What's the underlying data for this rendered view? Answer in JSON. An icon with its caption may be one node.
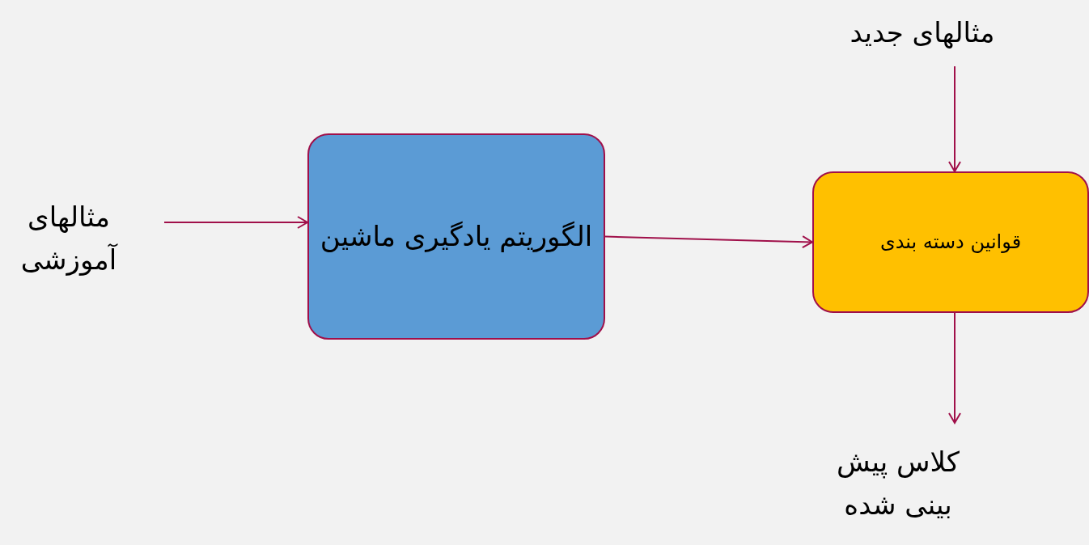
{
  "diagram": {
    "nodes": [
      {
        "text": [
          "مثالهای آموزشی"
        ]
      },
      {
        "text": [
          "الگوریتم یادگیری ماشین"
        ]
      },
      {
        "text": [
          "مثالهای جدید"
        ]
      },
      {
        "text": [
          "قوانین دسته بندی"
        ]
      },
      {
        "text": [
          "کلاس پیش بینی شده"
        ]
      }
    ],
    "edges": [
      {
        "from": 0,
        "to": 1,
        "arrow": "to"
      },
      {
        "from": 1,
        "to": 3,
        "arrow": "to"
      },
      {
        "from": 2,
        "to": 3,
        "arrow": "to"
      },
      {
        "from": 3,
        "to": 4,
        "arrow": "to"
      }
    ]
  }
}
